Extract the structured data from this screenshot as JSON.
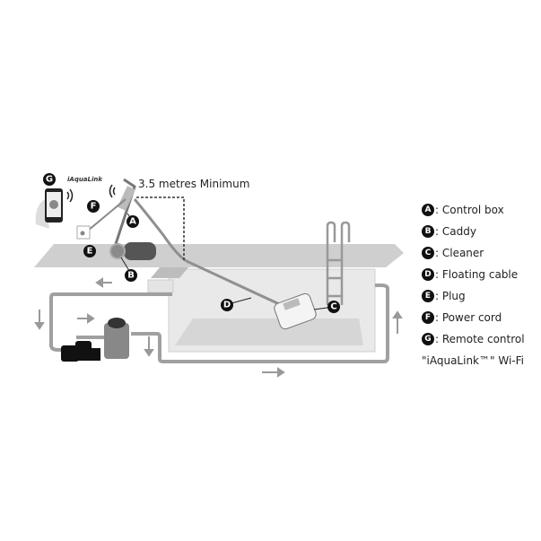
{
  "distance_label": "3.5 metres Minimum",
  "brand_label": "iAquaLink",
  "markers": {
    "A": "A",
    "B": "B",
    "C": "C",
    "D": "D",
    "E": "E",
    "F": "F",
    "G": "G"
  },
  "legend": [
    {
      "key": "A",
      "text": ": Control box"
    },
    {
      "key": "B",
      "text": ": Caddy"
    },
    {
      "key": "C",
      "text": ": Cleaner"
    },
    {
      "key": "D",
      "text": ": Floating cable"
    },
    {
      "key": "E",
      "text": ": Plug"
    },
    {
      "key": "F",
      "text": ": Power cord"
    },
    {
      "key": "G",
      "text": ": Remote control"
    }
  ],
  "footnote": "\"iAquaLink™\" Wi-Fi"
}
